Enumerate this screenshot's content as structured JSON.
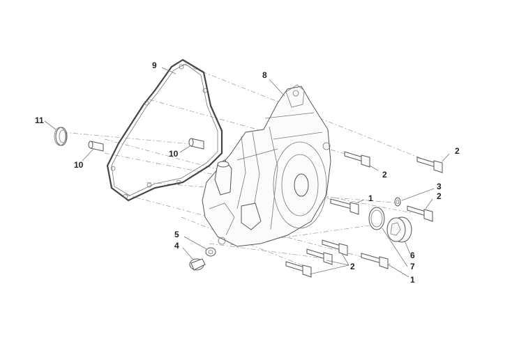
{
  "callouts": {
    "c8": "8",
    "c9": "9",
    "c11": "11",
    "c10a": "10",
    "c10b": "10",
    "c2a": "2",
    "c2b": "2",
    "c3": "3",
    "c2c": "2",
    "c1a": "1",
    "c5": "5",
    "c4": "4",
    "c6": "6",
    "c7": "7",
    "c2d": "2",
    "c1b": "1"
  }
}
